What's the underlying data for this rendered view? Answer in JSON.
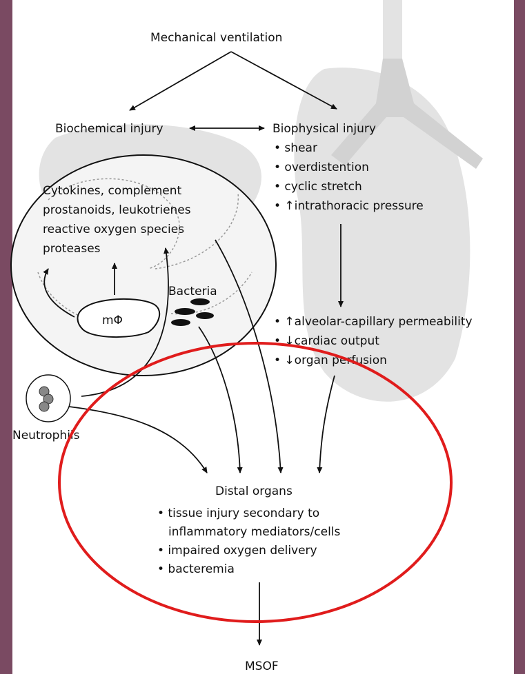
{
  "diagram": {
    "root": "Mechanical ventilation",
    "biochemical": "Biochemical injury",
    "biophysical": {
      "title": "Biophysical injury",
      "items": [
        "• shear",
        "• overdistention",
        "• cyclic stretch",
        "• ↑intrathoracic pressure"
      ]
    },
    "mediators": [
      "Cytokines, complement",
      "prostanoids, leukotrienes",
      "reactive oxygen species",
      "proteases"
    ],
    "macrophage": "mΦ",
    "bacteria": "Bacteria",
    "neutrophils": "Neutrophils",
    "effects": [
      "• ↑alveolar-capillary permeability",
      "• ↓cardiac output",
      "• ↓organ perfusion"
    ],
    "distal": {
      "title": "Distal organs",
      "lines": [
        "• tissue injury secondary to",
        "inflammatory mediators/cells",
        "• impaired oxygen delivery",
        "• bacteremia"
      ]
    },
    "outcome": "MSOF"
  },
  "colors": {
    "background": "#7a4a62",
    "panel": "#ffffff",
    "lung": "#e3e3e3",
    "circle_highlight": "#e01c1c",
    "ink": "#111111"
  }
}
